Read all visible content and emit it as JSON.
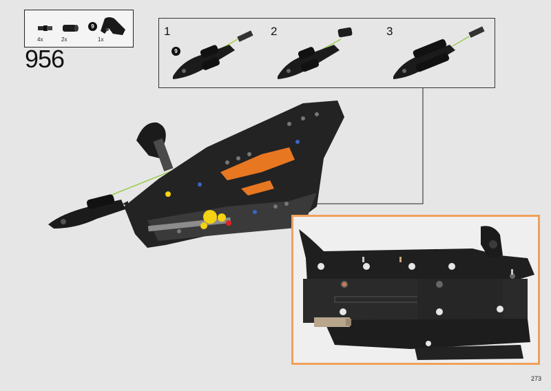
{
  "parts_list": {
    "items": [
      {
        "name": "pin-with-axle",
        "quantity": "4x",
        "color": "#1a1a1a"
      },
      {
        "name": "tube-2m",
        "quantity": "2x",
        "color": "#1a1a1a"
      },
      {
        "name": "fairing-panel",
        "quantity": "1x",
        "color": "#1a1a1a"
      }
    ],
    "callout_badge": "9"
  },
  "step": {
    "number": "956"
  },
  "substeps": [
    {
      "label": "1",
      "callout_badge": "9"
    },
    {
      "label": "2"
    },
    {
      "label": "3"
    }
  ],
  "page": {
    "number": "273"
  },
  "colors": {
    "accent_frame": "#f0a05a",
    "arrow": "#9ccb4a",
    "brick_black": "#1a1a1a",
    "brick_orange": "#e87722",
    "brick_yellow": "#f5d312"
  }
}
